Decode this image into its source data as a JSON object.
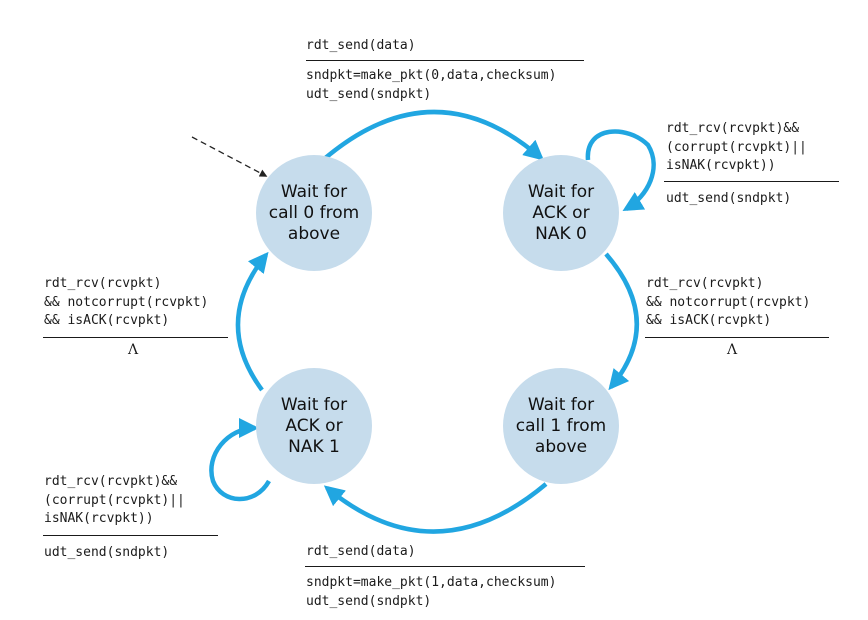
{
  "colors": {
    "state_fill": "#c6dcec",
    "transition": "#21a6e1",
    "initial_arrow": "#222222"
  },
  "states": {
    "wait_call0": [
      "Wait for",
      "call 0 from",
      "above"
    ],
    "wait_ack0": [
      "Wait for",
      "ACK or",
      "NAK 0"
    ],
    "wait_call1": [
      "Wait for",
      "call 1 from",
      "above"
    ],
    "wait_ack1": [
      "Wait for",
      "ACK or",
      "NAK 1"
    ]
  },
  "transitions": {
    "call0_to_ack0": {
      "event": [
        "rdt_send(data)"
      ],
      "actions": [
        "sndpkt=make_pkt(0,data,checksum)",
        "udt_send(sndpkt)"
      ]
    },
    "ack0_self": {
      "event": [
        "rdt_rcv(rcvpkt)&&",
        "(corrupt(rcvpkt)||",
        "isNAK(rcvpkt))"
      ],
      "actions": [
        "udt_send(sndpkt)"
      ]
    },
    "ack0_to_call1": {
      "event": [
        "rdt_rcv(rcvpkt)",
        "&& notcorrupt(rcvpkt)",
        "&& isACK(rcvpkt)"
      ],
      "actions": [
        "Λ"
      ]
    },
    "call1_to_ack1": {
      "event": [
        "rdt_send(data)"
      ],
      "actions": [
        "sndpkt=make_pkt(1,data,checksum)",
        "udt_send(sndpkt)"
      ]
    },
    "ack1_self": {
      "event": [
        "rdt_rcv(rcvpkt)&&",
        "(corrupt(rcvpkt)||",
        "isNAK(rcvpkt))"
      ],
      "actions": [
        "udt_send(sndpkt)"
      ]
    },
    "ack1_to_call0": {
      "event": [
        "rdt_rcv(rcvpkt)",
        "&& notcorrupt(rcvpkt)",
        "&& isACK(rcvpkt)"
      ],
      "actions": [
        "Λ"
      ]
    }
  }
}
